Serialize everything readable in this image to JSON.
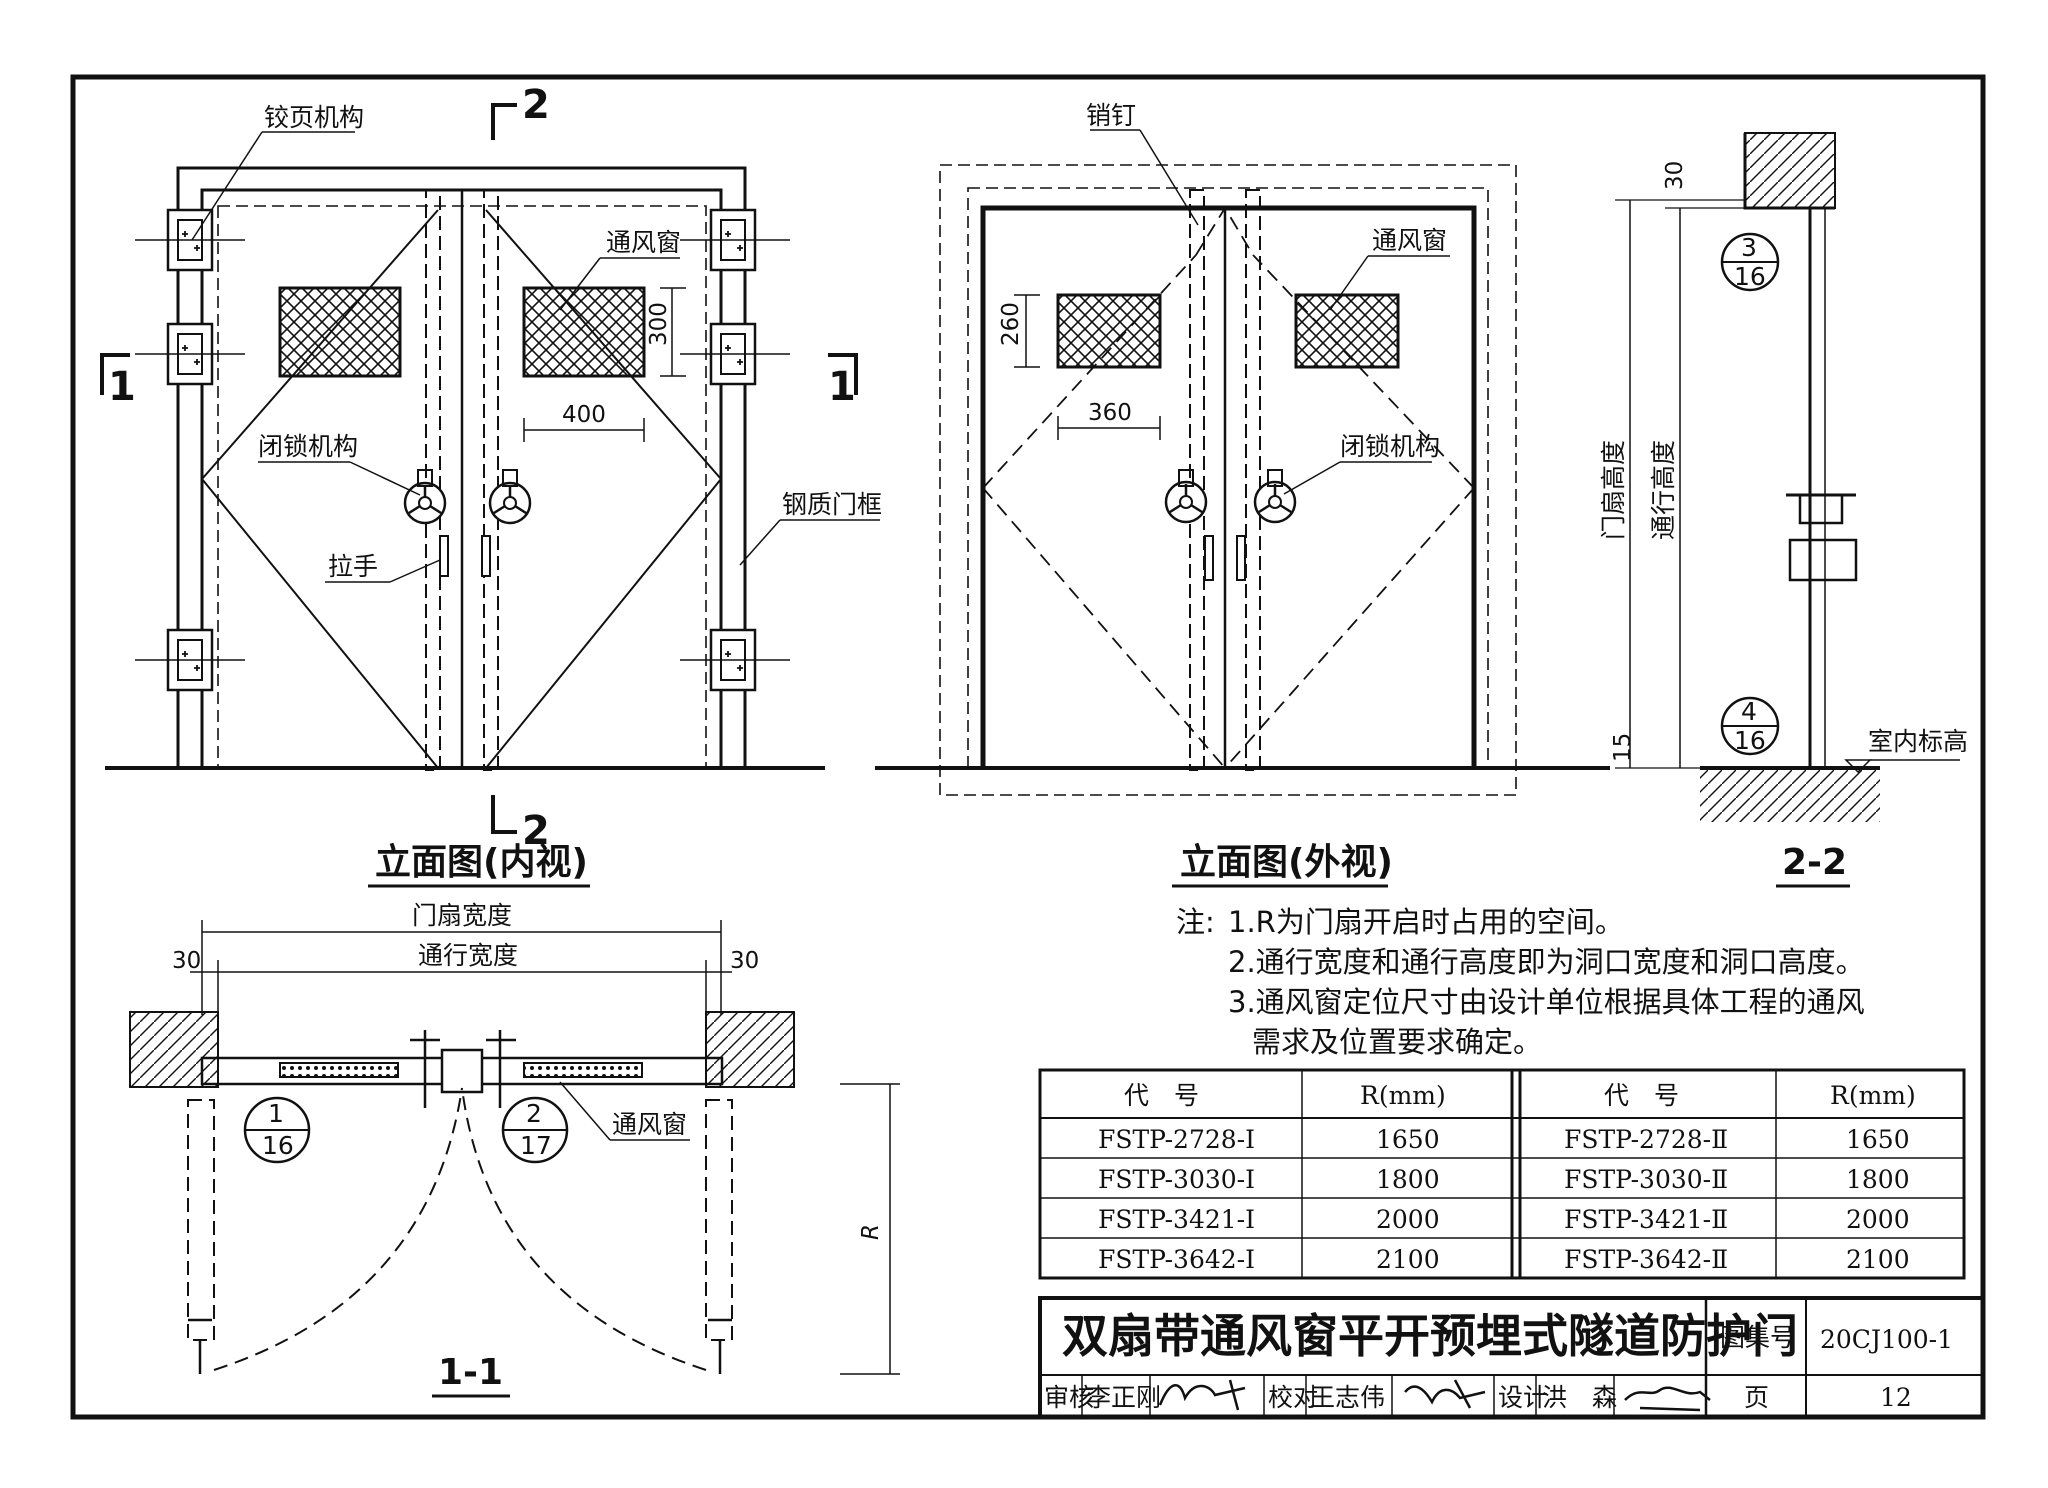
{
  "elevation_inner": {
    "title": "立面图(内视)",
    "labels": {
      "hinge": "铰页机构",
      "vent": "通风窗",
      "lock": "闭锁机构",
      "handle": "拉手",
      "frame": "钢质门框"
    },
    "dims": {
      "vent_height": "300",
      "vent_width": "400"
    },
    "section_marks": {
      "s1": "1",
      "s2": "2"
    }
  },
  "elevation_outer": {
    "title": "立面图(外视)",
    "labels": {
      "pin": "销钉",
      "vent": "通风窗",
      "lock": "闭锁机构"
    },
    "dims": {
      "vent_height": "260",
      "vent_width": "360"
    }
  },
  "section_22": {
    "title": "2-2",
    "labels": {
      "leaf_height": "门扇高度",
      "pass_height": "通行高度",
      "floor": "室内标高"
    },
    "dims": {
      "top": "30",
      "bottom": "15"
    },
    "callouts": [
      {
        "num": "3",
        "sheet": "16"
      },
      {
        "num": "4",
        "sheet": "16"
      }
    ]
  },
  "section_11": {
    "title": "1-1",
    "labels": {
      "leaf_width": "门扇宽度",
      "pass_width": "通行宽度",
      "vent": "通风窗",
      "radius": "R"
    },
    "dims": {
      "left": "30",
      "right": "30"
    },
    "callouts": [
      {
        "num": "1",
        "sheet": "16"
      },
      {
        "num": "2",
        "sheet": "17"
      }
    ]
  },
  "notes": {
    "prefix": "注:",
    "lines": [
      "1.R为门扇开启时占用的空间。",
      "2.通行宽度和通行高度即为洞口宽度和洞口高度。",
      "3.通风窗定位尺寸由设计单位根据具体工程的通风",
      "需求及位置要求确定。"
    ]
  },
  "spec_table": {
    "headers": [
      "代　号",
      "R(mm)",
      "代　号",
      "R(mm)"
    ],
    "rows": [
      [
        "FSTP-2728-Ⅰ",
        "1650",
        "FSTP-2728-Ⅱ",
        "1650"
      ],
      [
        "FSTP-3030-Ⅰ",
        "1800",
        "FSTP-3030-Ⅱ",
        "1800"
      ],
      [
        "FSTP-3421-Ⅰ",
        "2000",
        "FSTP-3421-Ⅱ",
        "2000"
      ],
      [
        "FSTP-3642-Ⅰ",
        "2100",
        "FSTP-3642-Ⅱ",
        "2100"
      ]
    ]
  },
  "title_block": {
    "drawing_title": "双扇带通风窗平开预埋式隧道防护门",
    "atlas_label": "图集号",
    "atlas_no": "20CJ100-1",
    "review_label": "审核",
    "reviewer": "李正刚",
    "check_label": "校对",
    "checker": "王志伟",
    "design_label": "设计",
    "designer": "洪　森",
    "page_label": "页",
    "page_no": "12"
  }
}
